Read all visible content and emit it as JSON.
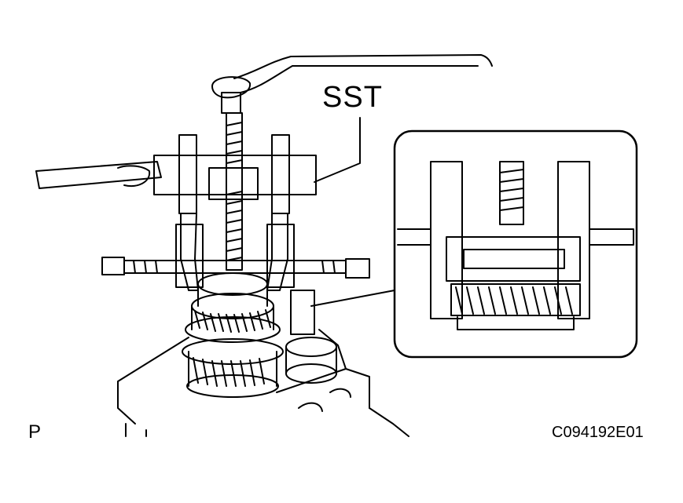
{
  "labels": {
    "tool": "SST",
    "view": "P",
    "figure_code": "C094192E01"
  }
}
